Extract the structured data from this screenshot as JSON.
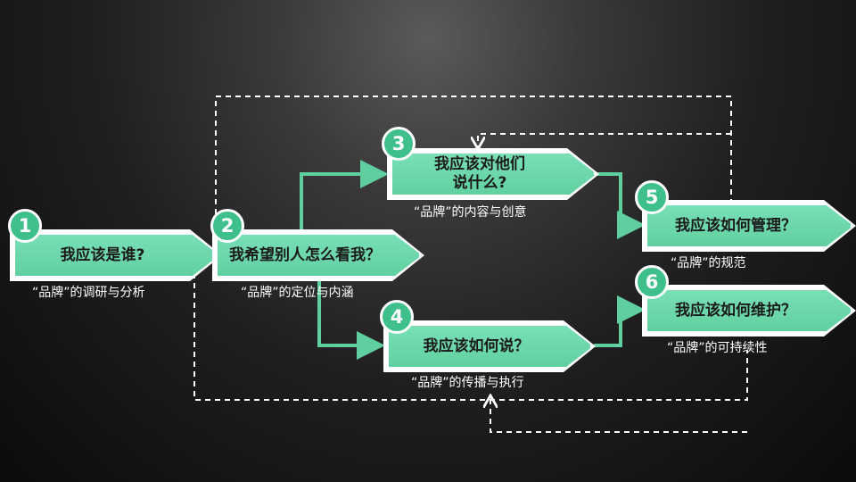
{
  "steps": [
    {
      "number": "1",
      "title": "我应该是谁?",
      "caption": "“品牌”的调研与分析"
    },
    {
      "number": "2",
      "title": "我希望别人怎么看我？",
      "caption": "“品牌”的定位与内涵"
    },
    {
      "number": "3",
      "title": "我应该对他们\n说什么?",
      "caption": "“品牌”的内容与创意"
    },
    {
      "number": "4",
      "title": "我应该如何说？",
      "caption": "“品牌”的传播与执行"
    },
    {
      "number": "5",
      "title": "我应该如何管理？",
      "caption": "“品牌”的规范"
    },
    {
      "number": "6",
      "title": "我应该如何维护？",
      "caption": "“品牌”的可持续性"
    }
  ],
  "colors": {
    "box": "#6ad9aa",
    "badge": "#3fbf8c",
    "connector": "#5fcf9f",
    "dashed": "#ffffff"
  }
}
